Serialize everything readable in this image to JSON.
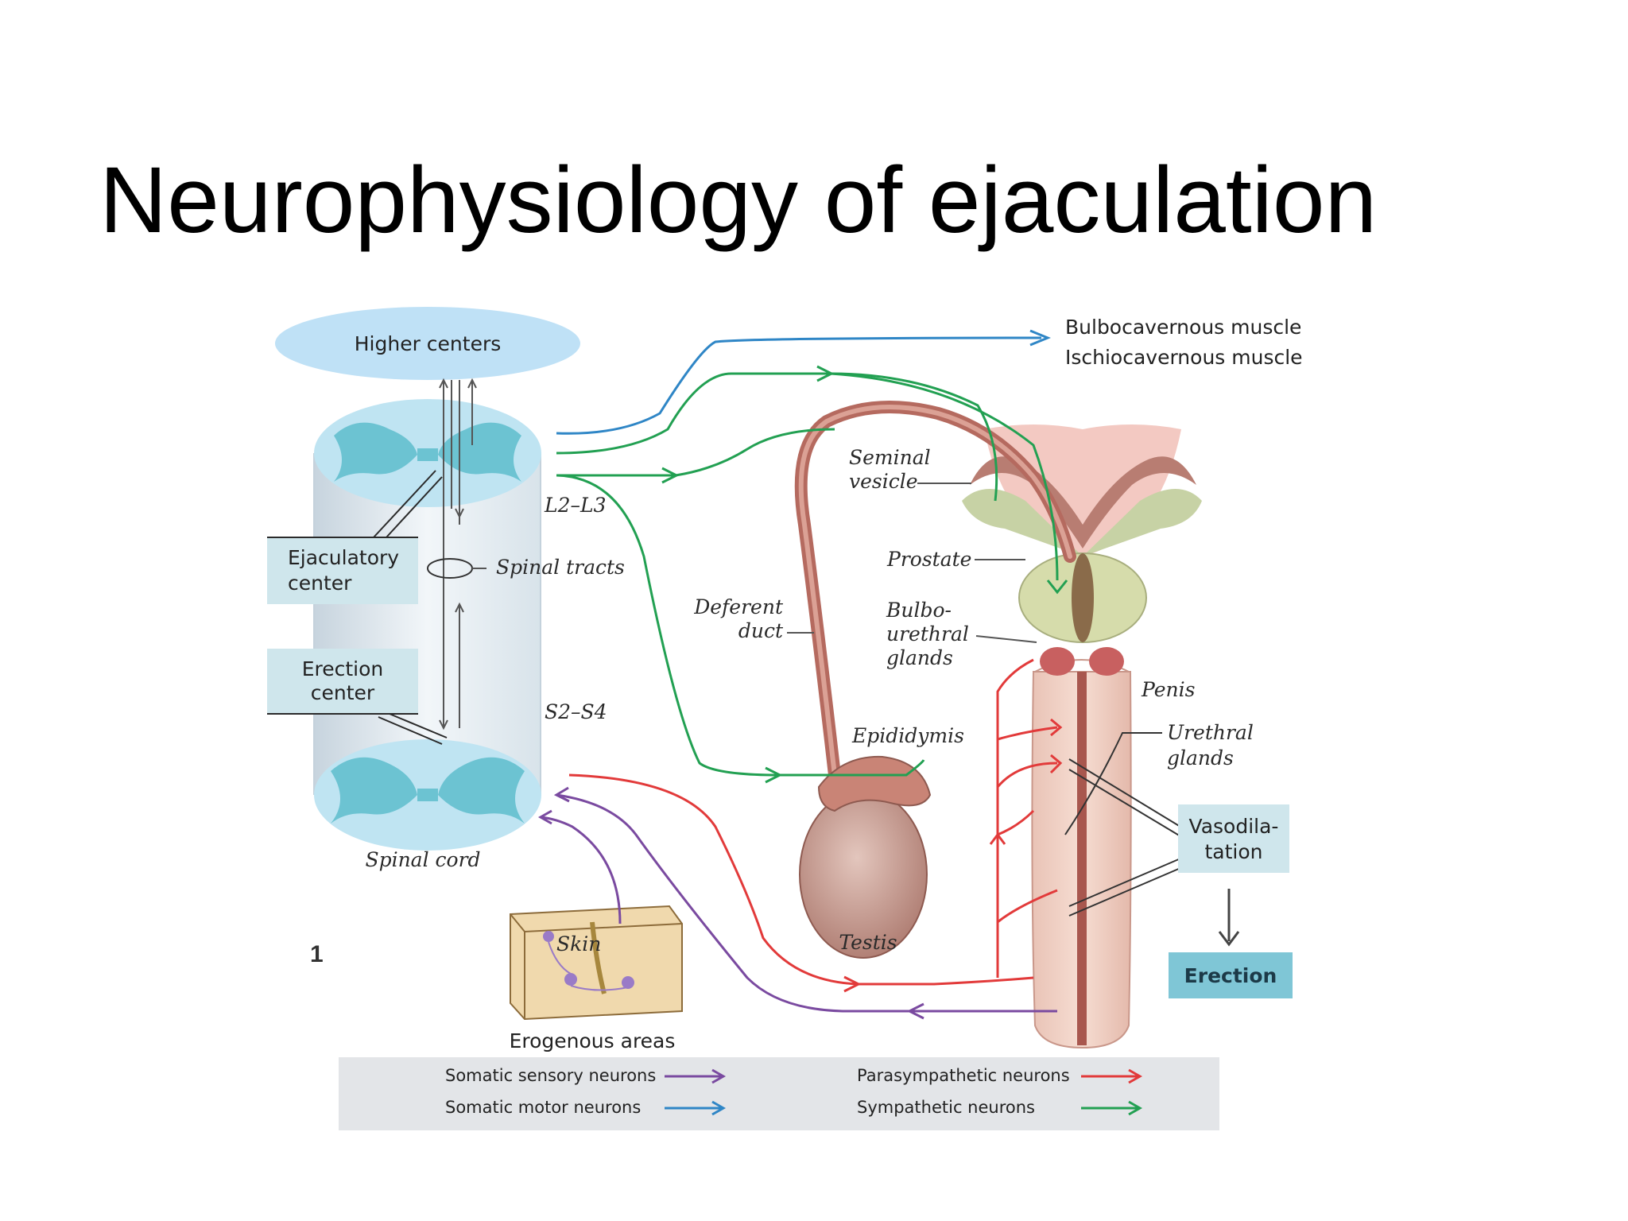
{
  "title": "Neurophysiology of ejaculation",
  "figure_number": "1",
  "labels": {
    "higher_centers": "Higher centers",
    "muscle_1": "Bulbocavernous muscle",
    "muscle_2": "Ischiocavernous muscle",
    "level_upper": "L2–L3",
    "level_lower": "S2–S4",
    "spinal_tracts": "Spinal tracts",
    "spinal_cord": "Spinal cord",
    "ejaculatory_center": [
      "Ejaculatory",
      "center"
    ],
    "erection_center": [
      "Erection",
      "center"
    ],
    "seminal_vesicle": [
      "Seminal",
      "vesicle"
    ],
    "prostate": "Prostate",
    "deferent_duct": [
      "Deferent",
      "duct"
    ],
    "bulbourethral_glands": [
      "Bulbo-",
      "urethral",
      "glands"
    ],
    "penis": "Penis",
    "epididymis": "Epididymis",
    "urethral_glands": [
      "Urethral",
      "glands"
    ],
    "vasodilatation": [
      "Vasodila-",
      "tation"
    ],
    "testis": "Testis",
    "skin": "Skin",
    "erogenous_areas": "Erogenous areas",
    "erection": "Erection"
  },
  "legend": [
    {
      "label": "Somatic sensory neurons",
      "color": "#7a4aa0"
    },
    {
      "label": "Somatic motor neurons",
      "color": "#2f86c6"
    },
    {
      "label": "Parasympathetic neurons",
      "color": "#e23a3a"
    },
    {
      "label": "Sympathetic neurons",
      "color": "#22a052"
    }
  ],
  "colors": {
    "sensory": "#7a4aa0",
    "motor": "#2f86c6",
    "parasympathetic": "#e23a3a",
    "sympathetic": "#22a052",
    "label_box": "#cfe6ec",
    "label_box_dark": "#8fcad8",
    "cord_section": "#bfe4f2",
    "gray_matter": "#6cc3d2",
    "tissue": "#c98476",
    "gland": "#d6dcab"
  }
}
